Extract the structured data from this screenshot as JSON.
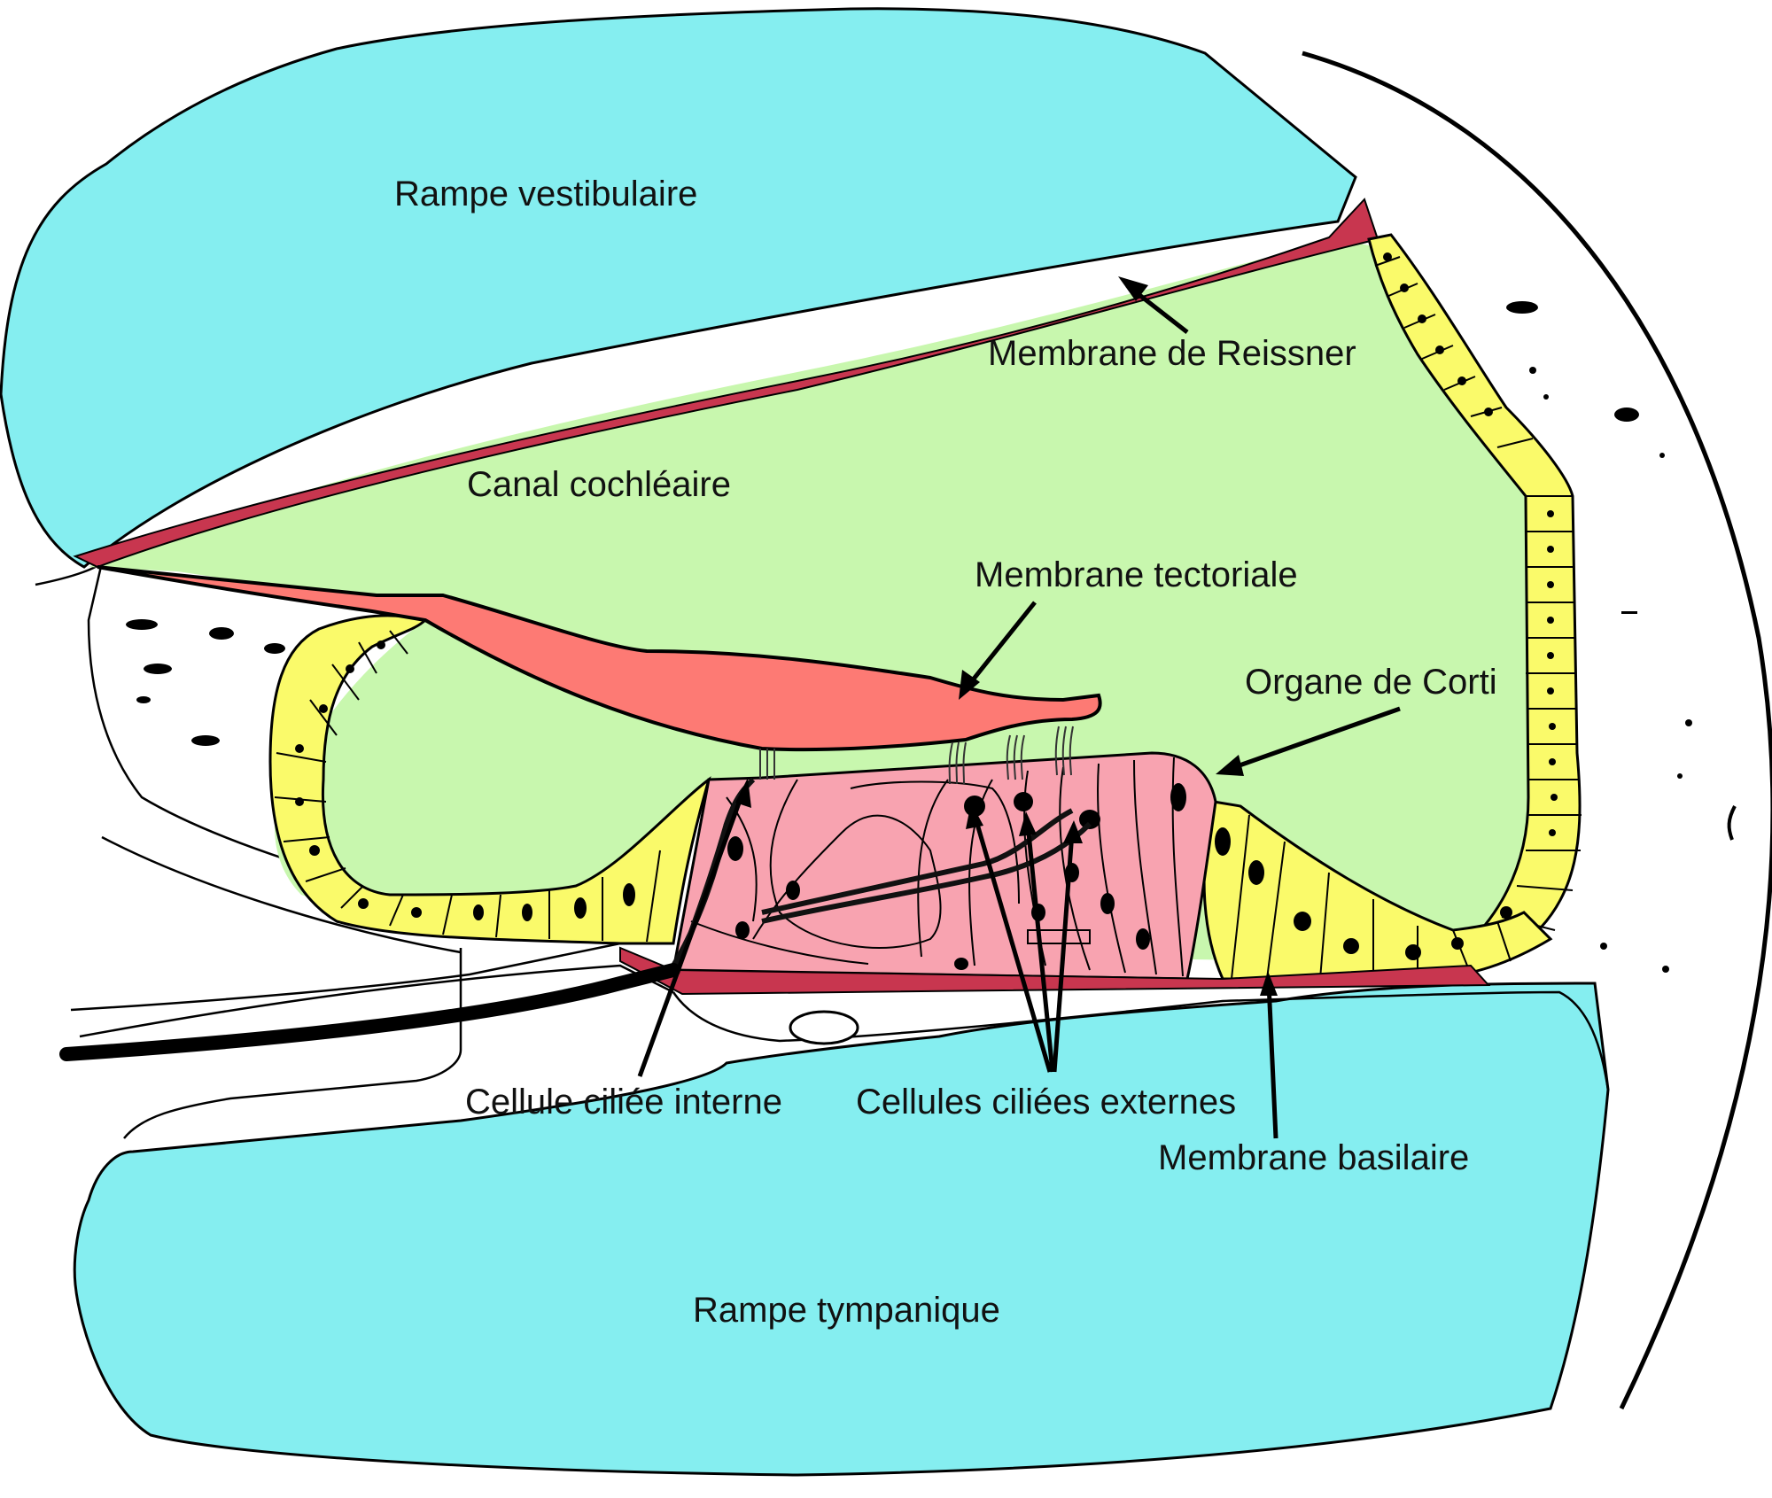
{
  "labels": {
    "rampe_vestibulaire": "Rampe vestibulaire",
    "membrane_reissner": "Membrane de Reissner",
    "canal_cochleaire": "Canal cochléaire",
    "membrane_tectoriale": "Membrane tectoriale",
    "organe_corti": "Organe de Corti",
    "cellule_ciliee_interne": "Cellule ciliée interne",
    "cellules_ciliees_externes": "Cellules ciliées externes",
    "membrane_basilaire": "Membrane basilaire",
    "rampe_tympanique": "Rampe tympanique"
  },
  "colors": {
    "scala_fluid": "#85eef0",
    "endolymph": "#c8f7ae",
    "tectorial": "#fd7a74",
    "membrane": "#c8364f",
    "corti": "#f8a3b0",
    "epithelium": "#fafa6a",
    "outline": "#000000"
  }
}
